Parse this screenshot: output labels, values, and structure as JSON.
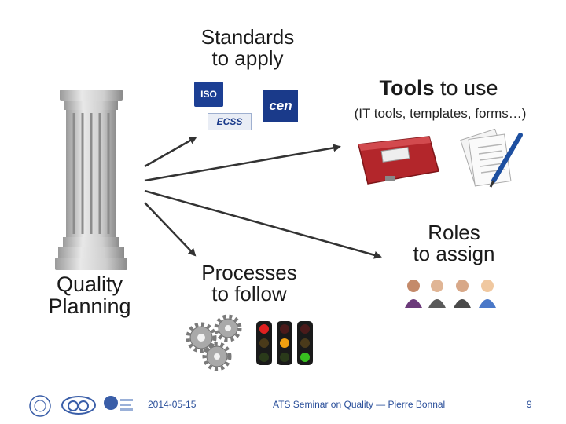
{
  "labels": {
    "quality_planning": [
      "Quality",
      "Planning"
    ],
    "standards": [
      "Standards",
      "to apply"
    ],
    "tools_bold": "Tools",
    "tools_rest": " to use",
    "tools_sub": "(IT tools, templates, forms…)",
    "processes": [
      "Processes",
      "to follow"
    ],
    "roles": [
      "Roles",
      "to assign"
    ]
  },
  "logos": {
    "iso": "ISO",
    "cen": "cen",
    "ecss": "ECSS"
  },
  "footer": {
    "date": "2014-05-15",
    "title": "ATS Seminar on Quality — Pierre Bonnal",
    "page": "9"
  },
  "colors": {
    "arrow": "#333333",
    "footer_text": "#2a4f9a",
    "iso_blue": "#1c3f94",
    "cen_blue": "#1a3a8a",
    "toolbox_red": "#b3262b"
  }
}
